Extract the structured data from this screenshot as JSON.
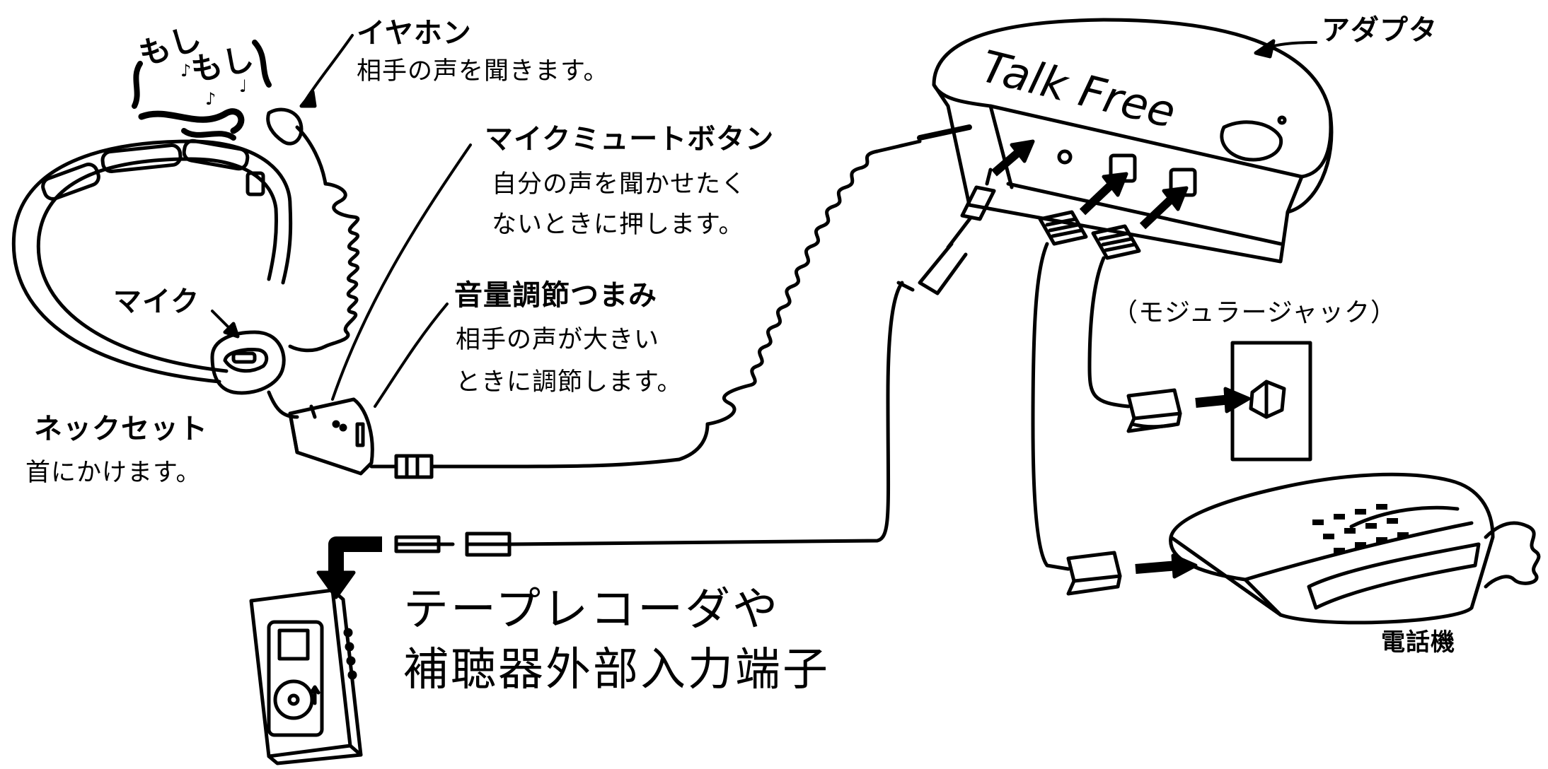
{
  "labels": {
    "earphone_title": "イヤホン",
    "earphone_desc": "相手の声を聞きます。",
    "mute_title": "マイクミュートボタン",
    "mute_desc_1": "自分の声を聞かせたく",
    "mute_desc_2": "ないときに押します。",
    "volume_title": "音量調節つまみ",
    "volume_desc_1": "相手の声が大きい",
    "volume_desc_2": "ときに調節します。",
    "mic_title": "マイク",
    "neckset_title": "ネックセット",
    "neckset_desc": "首にかけます。",
    "adapter_title": "アダプタ",
    "modular_jack": "（モジュラージャック）",
    "telephone": "電話機",
    "recorder_line1": "テープレコーダや",
    "recorder_line2": "補聴器外部入力端子"
  },
  "sound_text": {
    "word1": "もし",
    "word2": "もし"
  },
  "adapter_logo": "Talk Free",
  "colors": {
    "ink": "#000000",
    "paper": "#ffffff"
  }
}
